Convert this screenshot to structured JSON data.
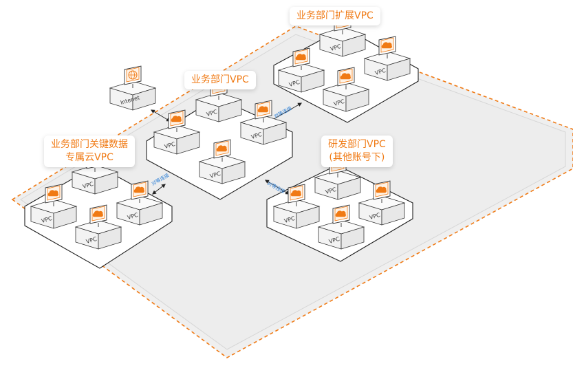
{
  "labels": {
    "expansion": "业务部门扩展VPC",
    "business": "业务部门VPC",
    "key_data_line1": "业务部门关键数据",
    "key_data_line2": "专属云VPC",
    "rnd_line1": "研发部门VPC",
    "rnd_line2": "(其他账号下)"
  },
  "vpc_label": "VPC",
  "internet_label": "Intenet",
  "peering_label": "对等连接",
  "colors": {
    "accent_orange": "#f07a14",
    "peering_blue": "#2f80d6",
    "region_fill": "#efefef",
    "group_border": "#222222"
  },
  "icons": {
    "vpc": "cloud-monitor-icon",
    "internet": "globe-monitor-icon",
    "link": "double-arrow-icon"
  }
}
